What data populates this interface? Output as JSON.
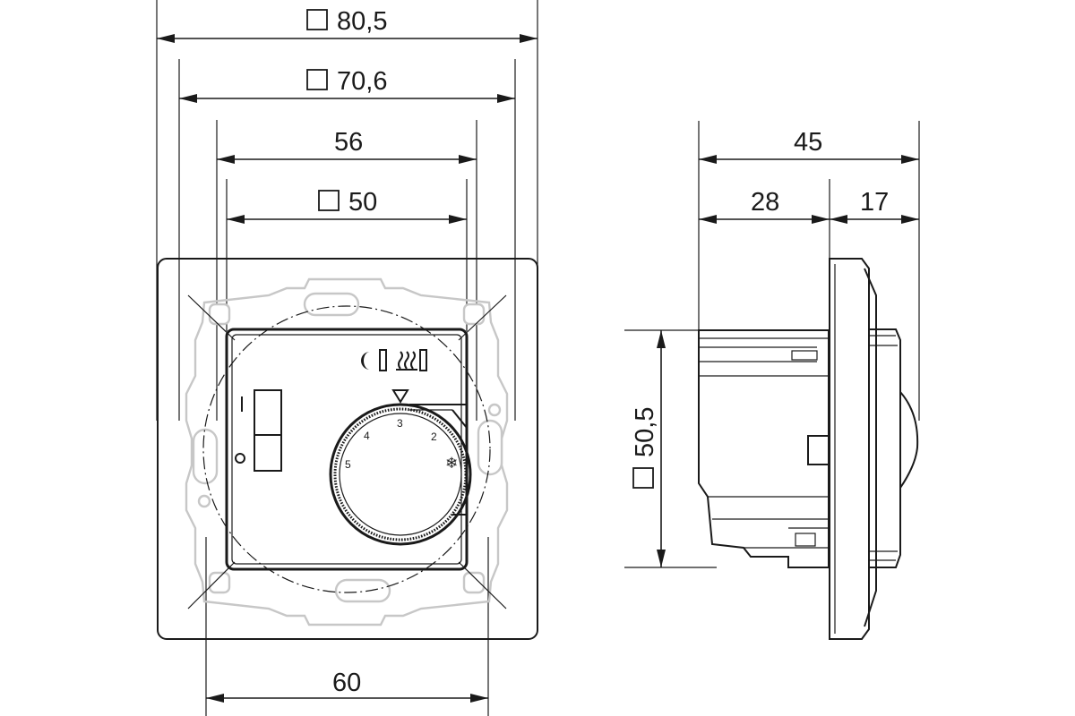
{
  "front_view": {
    "dimensions": [
      {
        "label": "80,5",
        "square": true
      },
      {
        "label": "70,6",
        "square": true
      },
      {
        "label": "56",
        "square": false
      },
      {
        "label": "50",
        "square": true
      },
      {
        "label": "60",
        "square": false
      }
    ],
    "dial_scale": [
      "5",
      "4",
      "3",
      "2"
    ],
    "dial_snowflake": "❄",
    "switch_marks": {
      "on": "I",
      "off": "O"
    }
  },
  "side_view": {
    "dimensions": [
      {
        "label": "45",
        "square": false
      },
      {
        "label": "28",
        "square": false
      },
      {
        "label": "17",
        "square": false
      },
      {
        "label": "50,5",
        "square": true
      }
    ]
  }
}
